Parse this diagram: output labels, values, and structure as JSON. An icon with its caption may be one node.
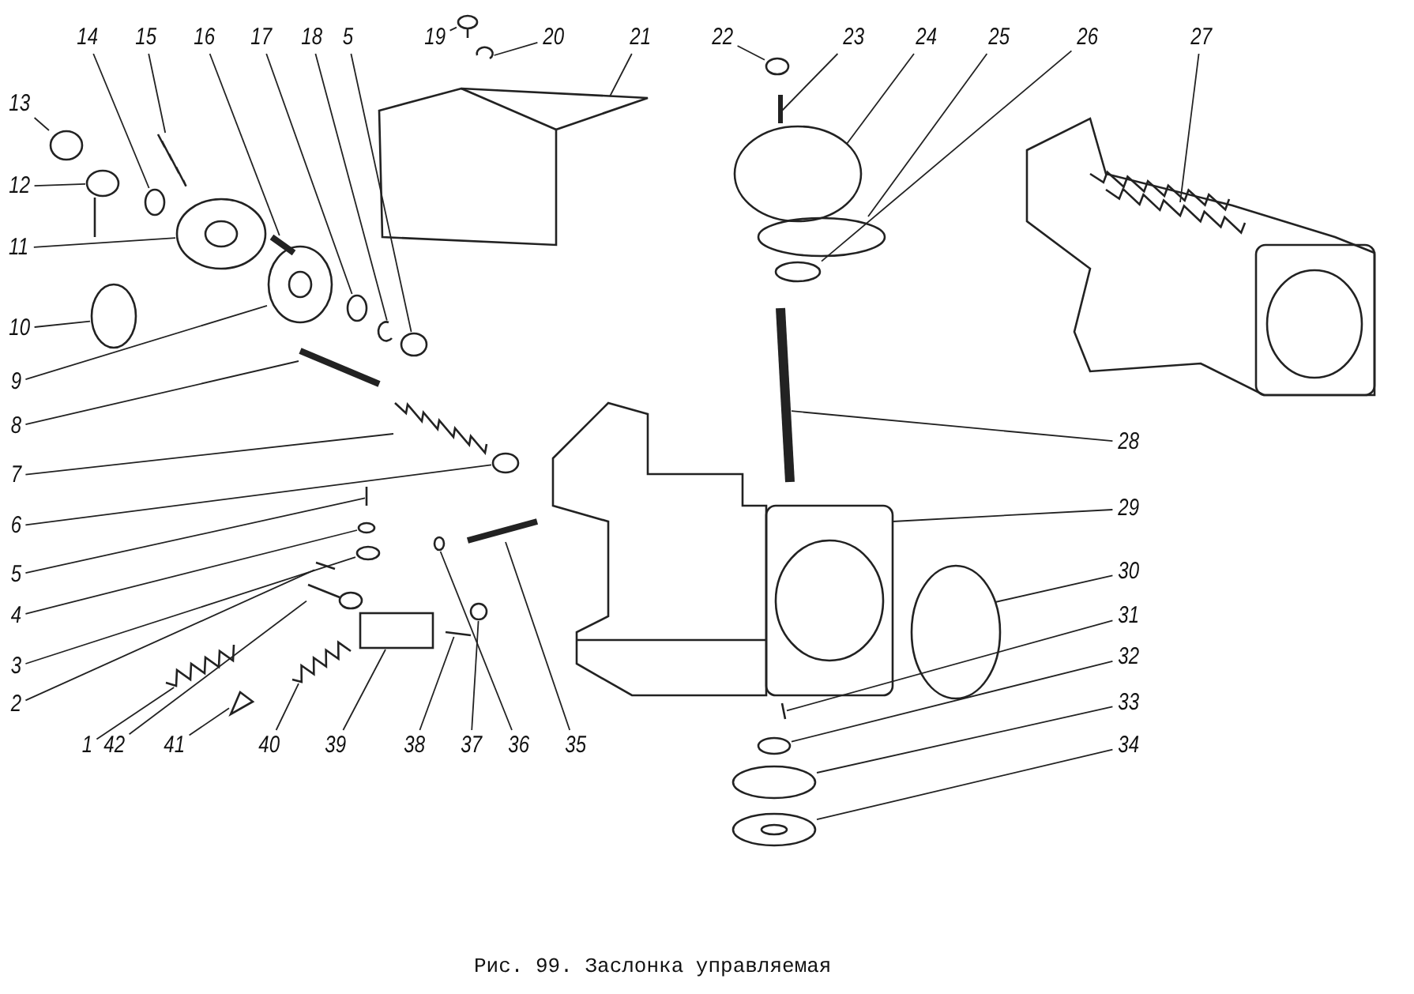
{
  "diagram": {
    "caption": "Рис. 99. Заслонка управляемая",
    "nodes": [
      {
        "text": [
          "19"
        ]
      },
      {
        "text": [
          "20"
        ]
      },
      {
        "text": [
          "14"
        ]
      },
      {
        "text": [
          "15"
        ]
      },
      {
        "text": [
          "16"
        ]
      },
      {
        "text": [
          "17"
        ]
      },
      {
        "text": [
          "18"
        ]
      },
      {
        "text": [
          "5"
        ]
      },
      {
        "text": [
          "21"
        ]
      },
      {
        "text": [
          "22"
        ]
      },
      {
        "text": [
          "23"
        ]
      },
      {
        "text": [
          "24"
        ]
      },
      {
        "text": [
          "25"
        ]
      },
      {
        "text": [
          "26"
        ]
      },
      {
        "text": [
          "27"
        ]
      },
      {
        "text": [
          "13"
        ]
      },
      {
        "text": [
          "12"
        ]
      },
      {
        "text": [
          "11"
        ]
      },
      {
        "text": [
          "10"
        ]
      },
      {
        "text": [
          "9"
        ]
      },
      {
        "text": [
          "8"
        ]
      },
      {
        "text": [
          "7"
        ]
      },
      {
        "text": [
          "6"
        ]
      },
      {
        "text": [
          "5"
        ]
      },
      {
        "text": [
          "4"
        ]
      },
      {
        "text": [
          "3"
        ]
      },
      {
        "text": [
          "2"
        ]
      },
      {
        "text": [
          "28"
        ]
      },
      {
        "text": [
          "29"
        ]
      },
      {
        "text": [
          "30"
        ]
      },
      {
        "text": [
          "31"
        ]
      },
      {
        "text": [
          "32"
        ]
      },
      {
        "text": [
          "33"
        ]
      },
      {
        "text": [
          "34"
        ]
      },
      {
        "text": [
          "1"
        ]
      },
      {
        "text": [
          "42"
        ]
      },
      {
        "text": [
          "41"
        ]
      },
      {
        "text": [
          "40"
        ]
      },
      {
        "text": [
          "39"
        ]
      },
      {
        "text": [
          "38"
        ]
      },
      {
        "text": [
          "37"
        ]
      },
      {
        "text": [
          "36"
        ]
      },
      {
        "text": [
          "35"
        ]
      },
      {
        "text": [],
        "shape": "picture"
      },
      {
        "text": [],
        "shape": "picture"
      },
      {
        "text": [],
        "shape": "circle"
      },
      {
        "text": [],
        "shape": "picture"
      },
      {
        "text": [],
        "shape": "picture"
      },
      {
        "text": [],
        "shape": "circle"
      },
      {
        "text": [],
        "shape": "picture"
      },
      {
        "text": [],
        "shape": "circle"
      },
      {
        "text": [],
        "shape": "picture"
      },
      {
        "text": [],
        "shape": "circle"
      },
      {
        "text": [],
        "shape": "picture"
      },
      {
        "text": [],
        "shape": "circle"
      },
      {
        "text": [],
        "shape": "circle"
      },
      {
        "text": [],
        "shape": "circle"
      },
      {
        "text": [],
        "shape": "picture"
      },
      {
        "text": [],
        "shape": "circle"
      },
      {
        "text": [],
        "shape": "picture"
      },
      {
        "text": [],
        "shape": "picture"
      },
      {
        "text": [],
        "shape": "circle"
      },
      {
        "text": [],
        "shape": "picture"
      },
      {
        "text": [],
        "shape": "picture"
      },
      {
        "text": [],
        "shape": "picture"
      },
      {
        "text": [],
        "shape": "circle"
      },
      {
        "text": [],
        "shape": "picture"
      },
      {
        "text": [],
        "shape": "circle"
      },
      {
        "text": [],
        "shape": "circle"
      },
      {
        "text": [],
        "shape": "picture"
      },
      {
        "text": [],
        "shape": "picture"
      },
      {
        "text": [],
        "shape": "picture"
      },
      {
        "text": [],
        "shape": "circle"
      },
      {
        "text": [],
        "shape": "picture"
      },
      {
        "text": [],
        "shape": "circle"
      },
      {
        "text": [],
        "shape": "circle"
      },
      {
        "text": [],
        "shape": "picture"
      },
      {
        "text": [],
        "shape": "picture"
      },
      {
        "text": [],
        "shape": "picture"
      },
      {
        "text": [],
        "shape": "picture"
      },
      {
        "text": [],
        "shape": "picture"
      },
      {
        "text": [],
        "shape": "box"
      },
      {
        "text": [],
        "shape": "picture"
      },
      {
        "text": [],
        "shape": "circle"
      },
      {
        "text": [],
        "shape": "circle"
      },
      {
        "text": [],
        "shape": "picture"
      }
    ],
    "edges": [
      {
        "from": 0,
        "to": 43,
        "arrow": "none"
      },
      {
        "from": 1,
        "to": 44,
        "arrow": "none"
      },
      {
        "from": 2,
        "to": 45,
        "arrow": "none"
      },
      {
        "from": 3,
        "to": 46,
        "arrow": "none"
      },
      {
        "from": 4,
        "to": 47,
        "arrow": "none"
      },
      {
        "from": 5,
        "to": 48,
        "arrow": "none"
      },
      {
        "from": 6,
        "to": 49,
        "arrow": "none"
      },
      {
        "from": 7,
        "to": 50,
        "arrow": "none"
      },
      {
        "from": 8,
        "to": 51,
        "arrow": "none"
      },
      {
        "from": 9,
        "to": 52,
        "arrow": "none"
      },
      {
        "from": 10,
        "to": 53,
        "arrow": "none"
      },
      {
        "from": 11,
        "to": 54,
        "arrow": "none"
      },
      {
        "from": 12,
        "to": 55,
        "arrow": "none"
      },
      {
        "from": 13,
        "to": 56,
        "arrow": "none"
      },
      {
        "from": 14,
        "to": 57,
        "arrow": "none"
      },
      {
        "from": 15,
        "to": 58,
        "arrow": "none"
      },
      {
        "from": 16,
        "to": 59,
        "arrow": "none"
      },
      {
        "from": 17,
        "to": 60,
        "arrow": "none"
      },
      {
        "from": 18,
        "to": 61,
        "arrow": "none"
      },
      {
        "from": 19,
        "to": 62,
        "arrow": "none"
      },
      {
        "from": 20,
        "to": 63,
        "arrow": "none"
      },
      {
        "from": 21,
        "to": 64,
        "arrow": "none"
      },
      {
        "from": 22,
        "to": 65,
        "arrow": "none"
      },
      {
        "from": 23,
        "to": 66,
        "arrow": "none"
      },
      {
        "from": 24,
        "to": 67,
        "arrow": "none"
      },
      {
        "from": 25,
        "to": 68,
        "arrow": "none"
      },
      {
        "from": 26,
        "to": 69,
        "arrow": "none"
      },
      {
        "from": 27,
        "to": 70,
        "arrow": "none"
      },
      {
        "from": 28,
        "to": 71,
        "arrow": "none"
      },
      {
        "from": 29,
        "to": 72,
        "arrow": "none"
      },
      {
        "from": 30,
        "to": 73,
        "arrow": "none"
      },
      {
        "from": 31,
        "to": 74,
        "arrow": "none"
      },
      {
        "from": 32,
        "to": 75,
        "arrow": "none"
      },
      {
        "from": 33,
        "to": 76,
        "arrow": "none"
      },
      {
        "from": 34,
        "to": 77,
        "arrow": "none"
      },
      {
        "from": 35,
        "to": 78,
        "arrow": "none"
      },
      {
        "from": 36,
        "to": 79,
        "arrow": "none"
      },
      {
        "from": 37,
        "to": 80,
        "arrow": "none"
      },
      {
        "from": 38,
        "to": 81,
        "arrow": "none"
      },
      {
        "from": 39,
        "to": 82,
        "arrow": "none"
      },
      {
        "from": 40,
        "to": 83,
        "arrow": "none"
      },
      {
        "from": 41,
        "to": 84,
        "arrow": "none"
      },
      {
        "from": 42,
        "to": 85,
        "arrow": "none"
      }
    ]
  }
}
